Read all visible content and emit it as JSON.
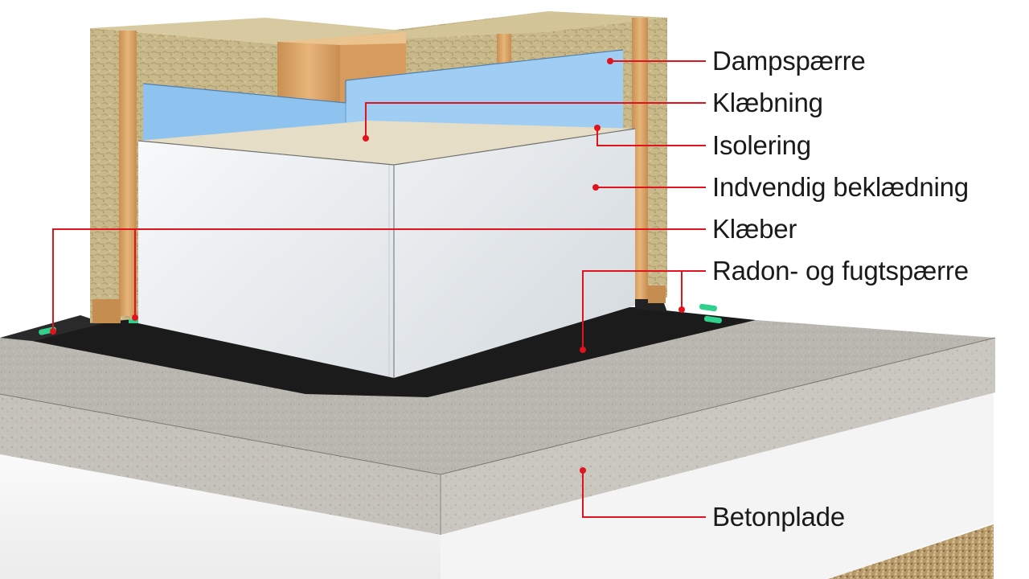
{
  "labels": {
    "dampspaerre": "Dampspærre",
    "klaebning": "Klæbning",
    "isolering": "Isolering",
    "indvendig_beklaedning": "Indvendig beklædning",
    "klaeber": "Klæber",
    "radon_fugtspaerre": "Radon- og fugtspærre",
    "betonplade": "Betonplade"
  },
  "colors": {
    "leader_line": "#e0141e",
    "vapor_barrier": "#8ec3ef",
    "adhesive_tape": "#9b2fcf",
    "insulation": "#c9b889",
    "timber": "#dca76a",
    "interior_board": "#e9edf0",
    "radon_membrane": "#1a1a1a",
    "concrete": "#b9b7b0",
    "fill_insulation": "#ffffff",
    "gravel": "#b79a6a",
    "glue_dots": "#2fd18c"
  }
}
